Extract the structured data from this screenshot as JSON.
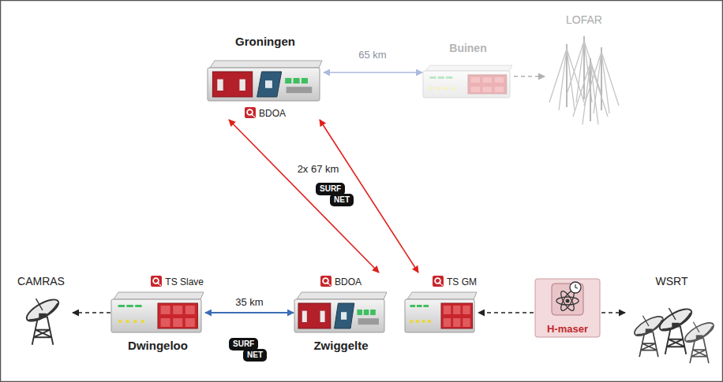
{
  "diagram": {
    "nodes": [
      {
        "text": [
          "Groningen",
          "BDOA"
        ]
      },
      {
        "text": [
          "Buinen"
        ]
      },
      {
        "text": [
          "LOFAR"
        ]
      },
      {
        "text": [
          "CAMRAS"
        ]
      },
      {
        "text": [
          "TS Slave",
          "Dwingeloo"
        ]
      },
      {
        "text": [
          "BDOA",
          "Zwiggelte"
        ]
      },
      {
        "text": [
          "TS GM"
        ]
      },
      {
        "text": [
          "H-maser"
        ]
      },
      {
        "text": [
          "WSRT"
        ]
      }
    ],
    "edges": [
      {
        "from": 0,
        "to": 1,
        "arrow": "both",
        "label": "65 km"
      },
      {
        "from": 1,
        "to": 2,
        "arrow": "to"
      },
      {
        "from": 0,
        "to": 5,
        "arrow": "both",
        "label": "2x 67 km"
      },
      {
        "from": 0,
        "to": 6,
        "arrow": "both"
      },
      {
        "from": 4,
        "to": 5,
        "arrow": "both",
        "label": "35 km"
      },
      {
        "from": 4,
        "to": 3,
        "arrow": "to"
      },
      {
        "from": 7,
        "to": 6,
        "arrow": "to"
      },
      {
        "from": 7,
        "to": 8,
        "arrow": "to"
      }
    ],
    "labels": [
      "SURF",
      "NET",
      "SURF",
      "NET"
    ]
  }
}
